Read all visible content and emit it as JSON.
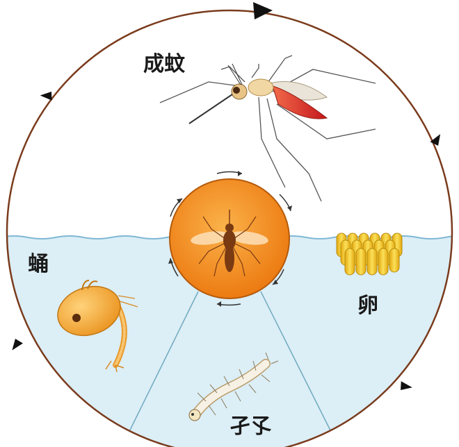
{
  "stages": {
    "adult": "成蚊",
    "egg": "卵",
    "larva": "孑孓",
    "pupa": "蛹"
  },
  "colors": {
    "ring": "#7a3b1c",
    "arrow": "#111111",
    "water": "#dceef6",
    "water_line": "#7fb8d4",
    "center_disc": "#f08a1e",
    "center_disc_edge": "#b45a0b",
    "mosquito_body": "#7a3a12",
    "egg": "#f2c31f",
    "pupa": "#f4a935",
    "larva": "#f3efe6"
  },
  "icons": [
    "mosquito-adult-icon",
    "mosquito-center-icon",
    "egg-raft-icon",
    "pupa-icon",
    "larva-icon",
    "cycle-arrow-icon"
  ]
}
